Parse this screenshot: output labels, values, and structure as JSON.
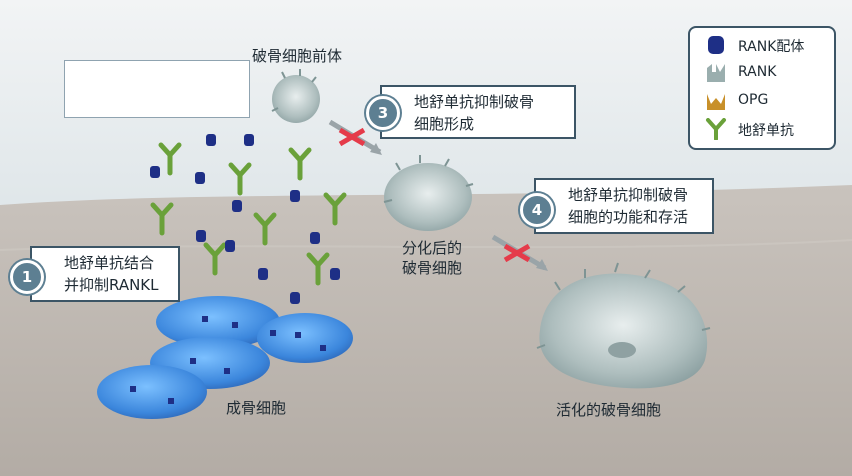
{
  "legend": {
    "rank_ligand": "RANK配体",
    "rank": "RANK",
    "opg": "OPG",
    "denosumab": "地舒单抗",
    "icons": [
      "rank-ligand-icon",
      "rank-receptor-icon",
      "opg-icon",
      "antibody-icon"
    ]
  },
  "labels": {
    "precursor": "破骨细胞前体",
    "differentiated_line1": "分化后的",
    "differentiated_line2": "破骨细胞",
    "activated": "活化的破骨细胞",
    "osteoblast": "成骨细胞"
  },
  "callouts": [
    {
      "number": "1",
      "line1": "地舒单抗结合",
      "line2": "并抑制RANKL"
    },
    {
      "number": "3",
      "line1": "地舒单抗抑制破骨",
      "line2": "细胞形成"
    },
    {
      "number": "4",
      "line1": "地舒单抗抑制破骨",
      "line2": "细胞的功能和存活"
    }
  ],
  "colors": {
    "badge": "#5d7f92",
    "callout_border": "#3c5566",
    "antibody": "#6aa13a",
    "ligand": "#1e2f86",
    "osteoblast": "#3f8fe0",
    "osteoclast": "#b9c9c9",
    "inhibit_cross": "#e53b4a"
  }
}
